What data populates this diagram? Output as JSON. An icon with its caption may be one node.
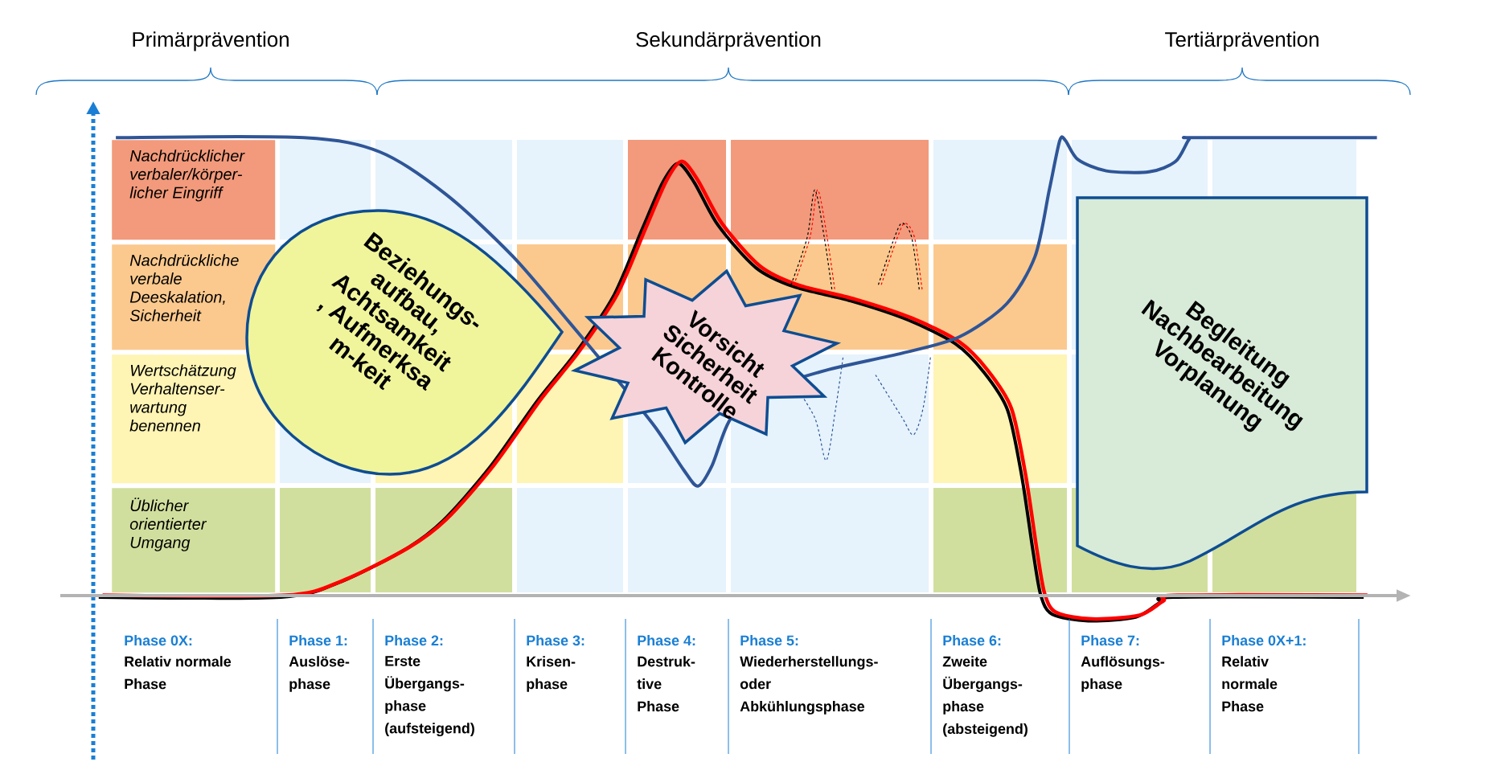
{
  "diagram": {
    "nodes": [
      {
        "text": [
          "Nachdrücklicher verbaler/körper- licher Eingriff"
        ]
      },
      {
        "text": [
          "Nachdrückliche verbale Deeskalation, Sicherheit"
        ]
      },
      {
        "text": [
          "Wertschätzung Verhaltenser- wartung benennen"
        ]
      },
      {
        "text": [
          "Üblicher orientierter Umgang"
        ]
      },
      {
        "text": [
          "Beziehungs- aufbau, Achtsamkeit , Aufmerksa m-keit"
        ]
      },
      {
        "text": [
          "Vorsicht Sicherheit Kontrolle"
        ]
      },
      {
        "text": [
          "Begleitung Nachbearbeitung Vorplanung"
        ]
      }
    ],
    "labels": [
      "Primärprävention",
      "Sekundärprävention",
      "Tertiärprävention",
      "Phase 0X:",
      "Relativ normale Phase",
      "Phase 1:",
      "Auslöse- phase",
      "Phase 2:",
      "Erste Übergangs- phase (aufsteigend)",
      "Phase 3:",
      "Krisen- phase",
      "Phase 4:",
      "Destruk- tive Phase",
      "Phase 5:",
      "Wiederherstellungs- oder Abkühlungsphase",
      "Phase 6:",
      "Zweite Übergangs- phase (absteigend)",
      "Phase 7:",
      "Auflösungs- phase",
      "Phase 0X+1:",
      "Relativ normale Phase"
    ]
  }
}
